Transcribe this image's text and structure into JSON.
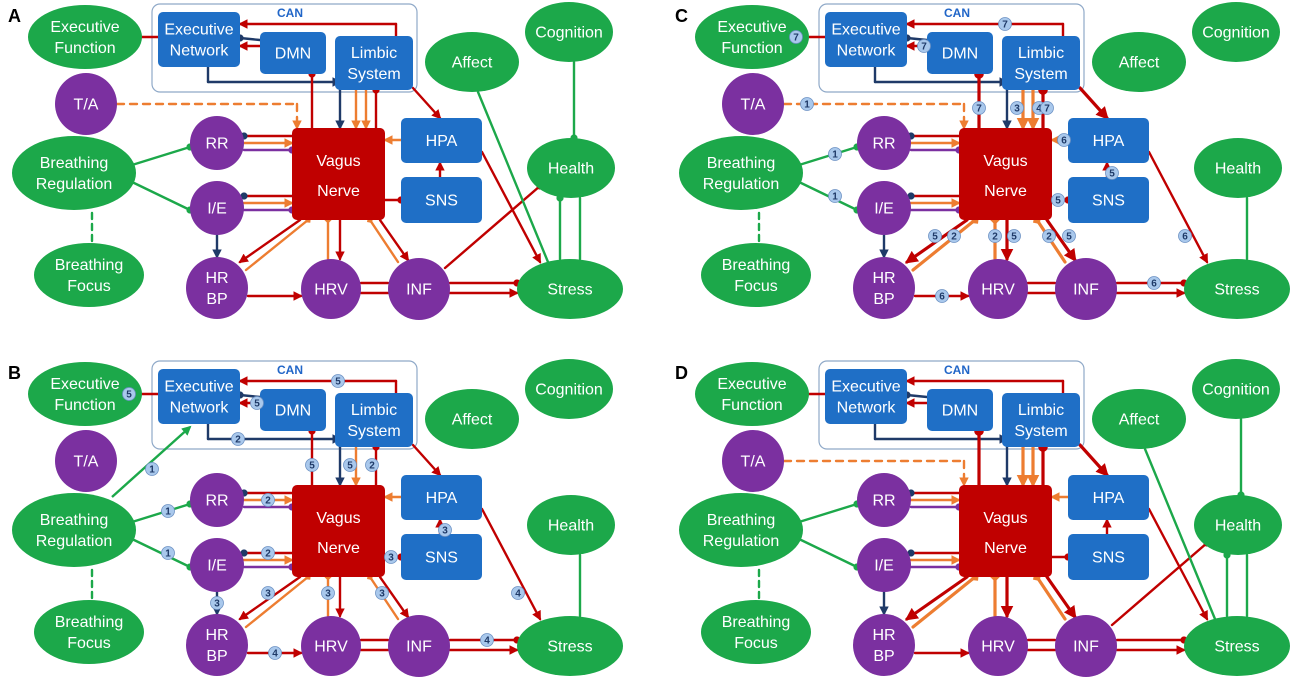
{
  "nodes": {
    "exec_func": [
      "Executive",
      "Function"
    ],
    "exec_net": [
      "Executive",
      "Network"
    ],
    "dmn": [
      "DMN"
    ],
    "limbic": [
      "Limbic",
      "System"
    ],
    "cognition": [
      "Cognition"
    ],
    "affect": [
      "Affect"
    ],
    "ta": [
      "T/A"
    ],
    "hpa": [
      "HPA"
    ],
    "sns": [
      "SNS"
    ],
    "health": [
      "Health"
    ],
    "breath_reg": [
      "Breathing",
      "Regulation"
    ],
    "rr": [
      "RR"
    ],
    "ie": [
      "I/E"
    ],
    "vagus": [
      "Vagus",
      "Nerve"
    ],
    "breath_focus": [
      "Breathing",
      "Focus"
    ],
    "hrbp": [
      "HR",
      "BP"
    ],
    "hrv": [
      "HRV"
    ],
    "inf": [
      "INF"
    ],
    "stress": [
      "Stress"
    ]
  },
  "can_label": "CAN",
  "panels": [
    {
      "id": "A",
      "label": "A",
      "omit": []
    },
    {
      "id": "C",
      "label": "C",
      "omit": [
        "cognition_health",
        "health_stress",
        "affect_stress",
        "inf_health"
      ]
    },
    {
      "id": "B",
      "label": "B",
      "omit": [
        "affect_stress",
        "cognition_health",
        "health_stress",
        "inf_health"
      ]
    },
    {
      "id": "D",
      "label": "D",
      "omit": []
    }
  ],
  "badges": {
    "C": [
      {
        "n": "7",
        "at": "exec_func"
      },
      {
        "n": "7",
        "at": "dmn_left"
      },
      {
        "n": "7",
        "at": "can_top"
      },
      {
        "n": "1",
        "at": "ta_line"
      },
      {
        "n": "7",
        "at": "vagus_top_l"
      },
      {
        "n": "3",
        "at": "vagus_top_c"
      },
      {
        "n": "4",
        "at": "vagus_top_r"
      },
      {
        "n": "7",
        "at": "vagus_top_rr"
      },
      {
        "n": "1",
        "at": "rr_line"
      },
      {
        "n": "1",
        "at": "ie_line"
      },
      {
        "n": "6",
        "at": "hpa_left"
      },
      {
        "n": "5",
        "at": "sns_mid"
      },
      {
        "n": "5",
        "at": "sns_left"
      },
      {
        "n": "5",
        "at": "vagus_bl_a"
      },
      {
        "n": "2",
        "at": "vagus_bl_b"
      },
      {
        "n": "2",
        "at": "vagus_b_a"
      },
      {
        "n": "5",
        "at": "vagus_b_b"
      },
      {
        "n": "2",
        "at": "vagus_br_a"
      },
      {
        "n": "5",
        "at": "vagus_br_b"
      },
      {
        "n": "6",
        "at": "hpa_stress"
      },
      {
        "n": "6",
        "at": "hrbp_hrv"
      },
      {
        "n": "6",
        "at": "inf_stress"
      }
    ],
    "B": [
      {
        "n": "5",
        "at": "exec_func"
      },
      {
        "n": "5",
        "at": "dmn_left"
      },
      {
        "n": "5",
        "at": "can_top"
      },
      {
        "n": "2",
        "at": "exec_vagus"
      },
      {
        "n": "1",
        "at": "breath_exec"
      },
      {
        "n": "5",
        "at": "vagus_top_l"
      },
      {
        "n": "5",
        "at": "vagus_top_c"
      },
      {
        "n": "2",
        "at": "vagus_top_r"
      },
      {
        "n": "1",
        "at": "rr_line"
      },
      {
        "n": "1",
        "at": "ie_line"
      },
      {
        "n": "2",
        "at": "rr_vagus"
      },
      {
        "n": "2",
        "at": "ie_vagus"
      },
      {
        "n": "3",
        "at": "sns_mid"
      },
      {
        "n": "3",
        "at": "sns_left"
      },
      {
        "n": "3",
        "at": "ie_hrbp"
      },
      {
        "n": "3",
        "at": "vagus_bl_a"
      },
      {
        "n": "3",
        "at": "vagus_b_a"
      },
      {
        "n": "3",
        "at": "vagus_br_a"
      },
      {
        "n": "4",
        "at": "hpa_stress"
      },
      {
        "n": "4",
        "at": "hrbp_hrv"
      },
      {
        "n": "4",
        "at": "inf_stress"
      }
    ]
  },
  "colors": {
    "green": "#1ca84a",
    "purple": "#7b30a0",
    "blue": "#1f6fc6",
    "red": "#c00000",
    "orange": "#ed7d31",
    "navy": "#1f3a68",
    "badge": "#a9c8ec"
  }
}
